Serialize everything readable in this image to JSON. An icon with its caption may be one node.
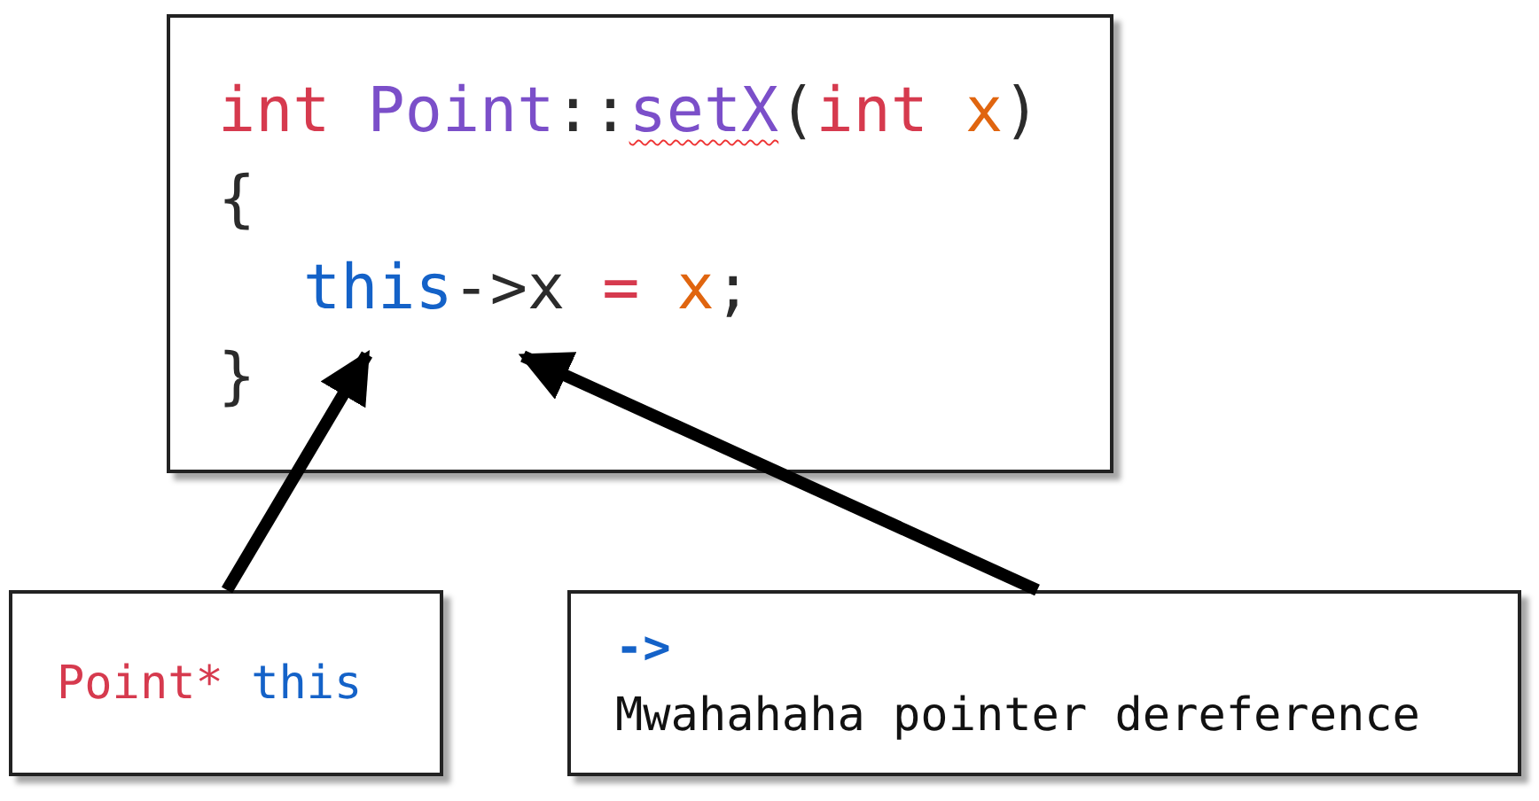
{
  "diagram": {
    "nodes": [
      {
        "text": [
          "int Point::setX(int x)",
          "{",
          "this->x = x;",
          "}"
        ]
      },
      {
        "text": [
          "Point* this"
        ]
      },
      {
        "text": [
          "->",
          "Mwahahaha pointer dereference"
        ]
      }
    ],
    "edges": [
      {
        "from": 1,
        "to": 0,
        "arrow": "to"
      },
      {
        "from": 2,
        "to": 0,
        "arrow": "to"
      }
    ]
  }
}
